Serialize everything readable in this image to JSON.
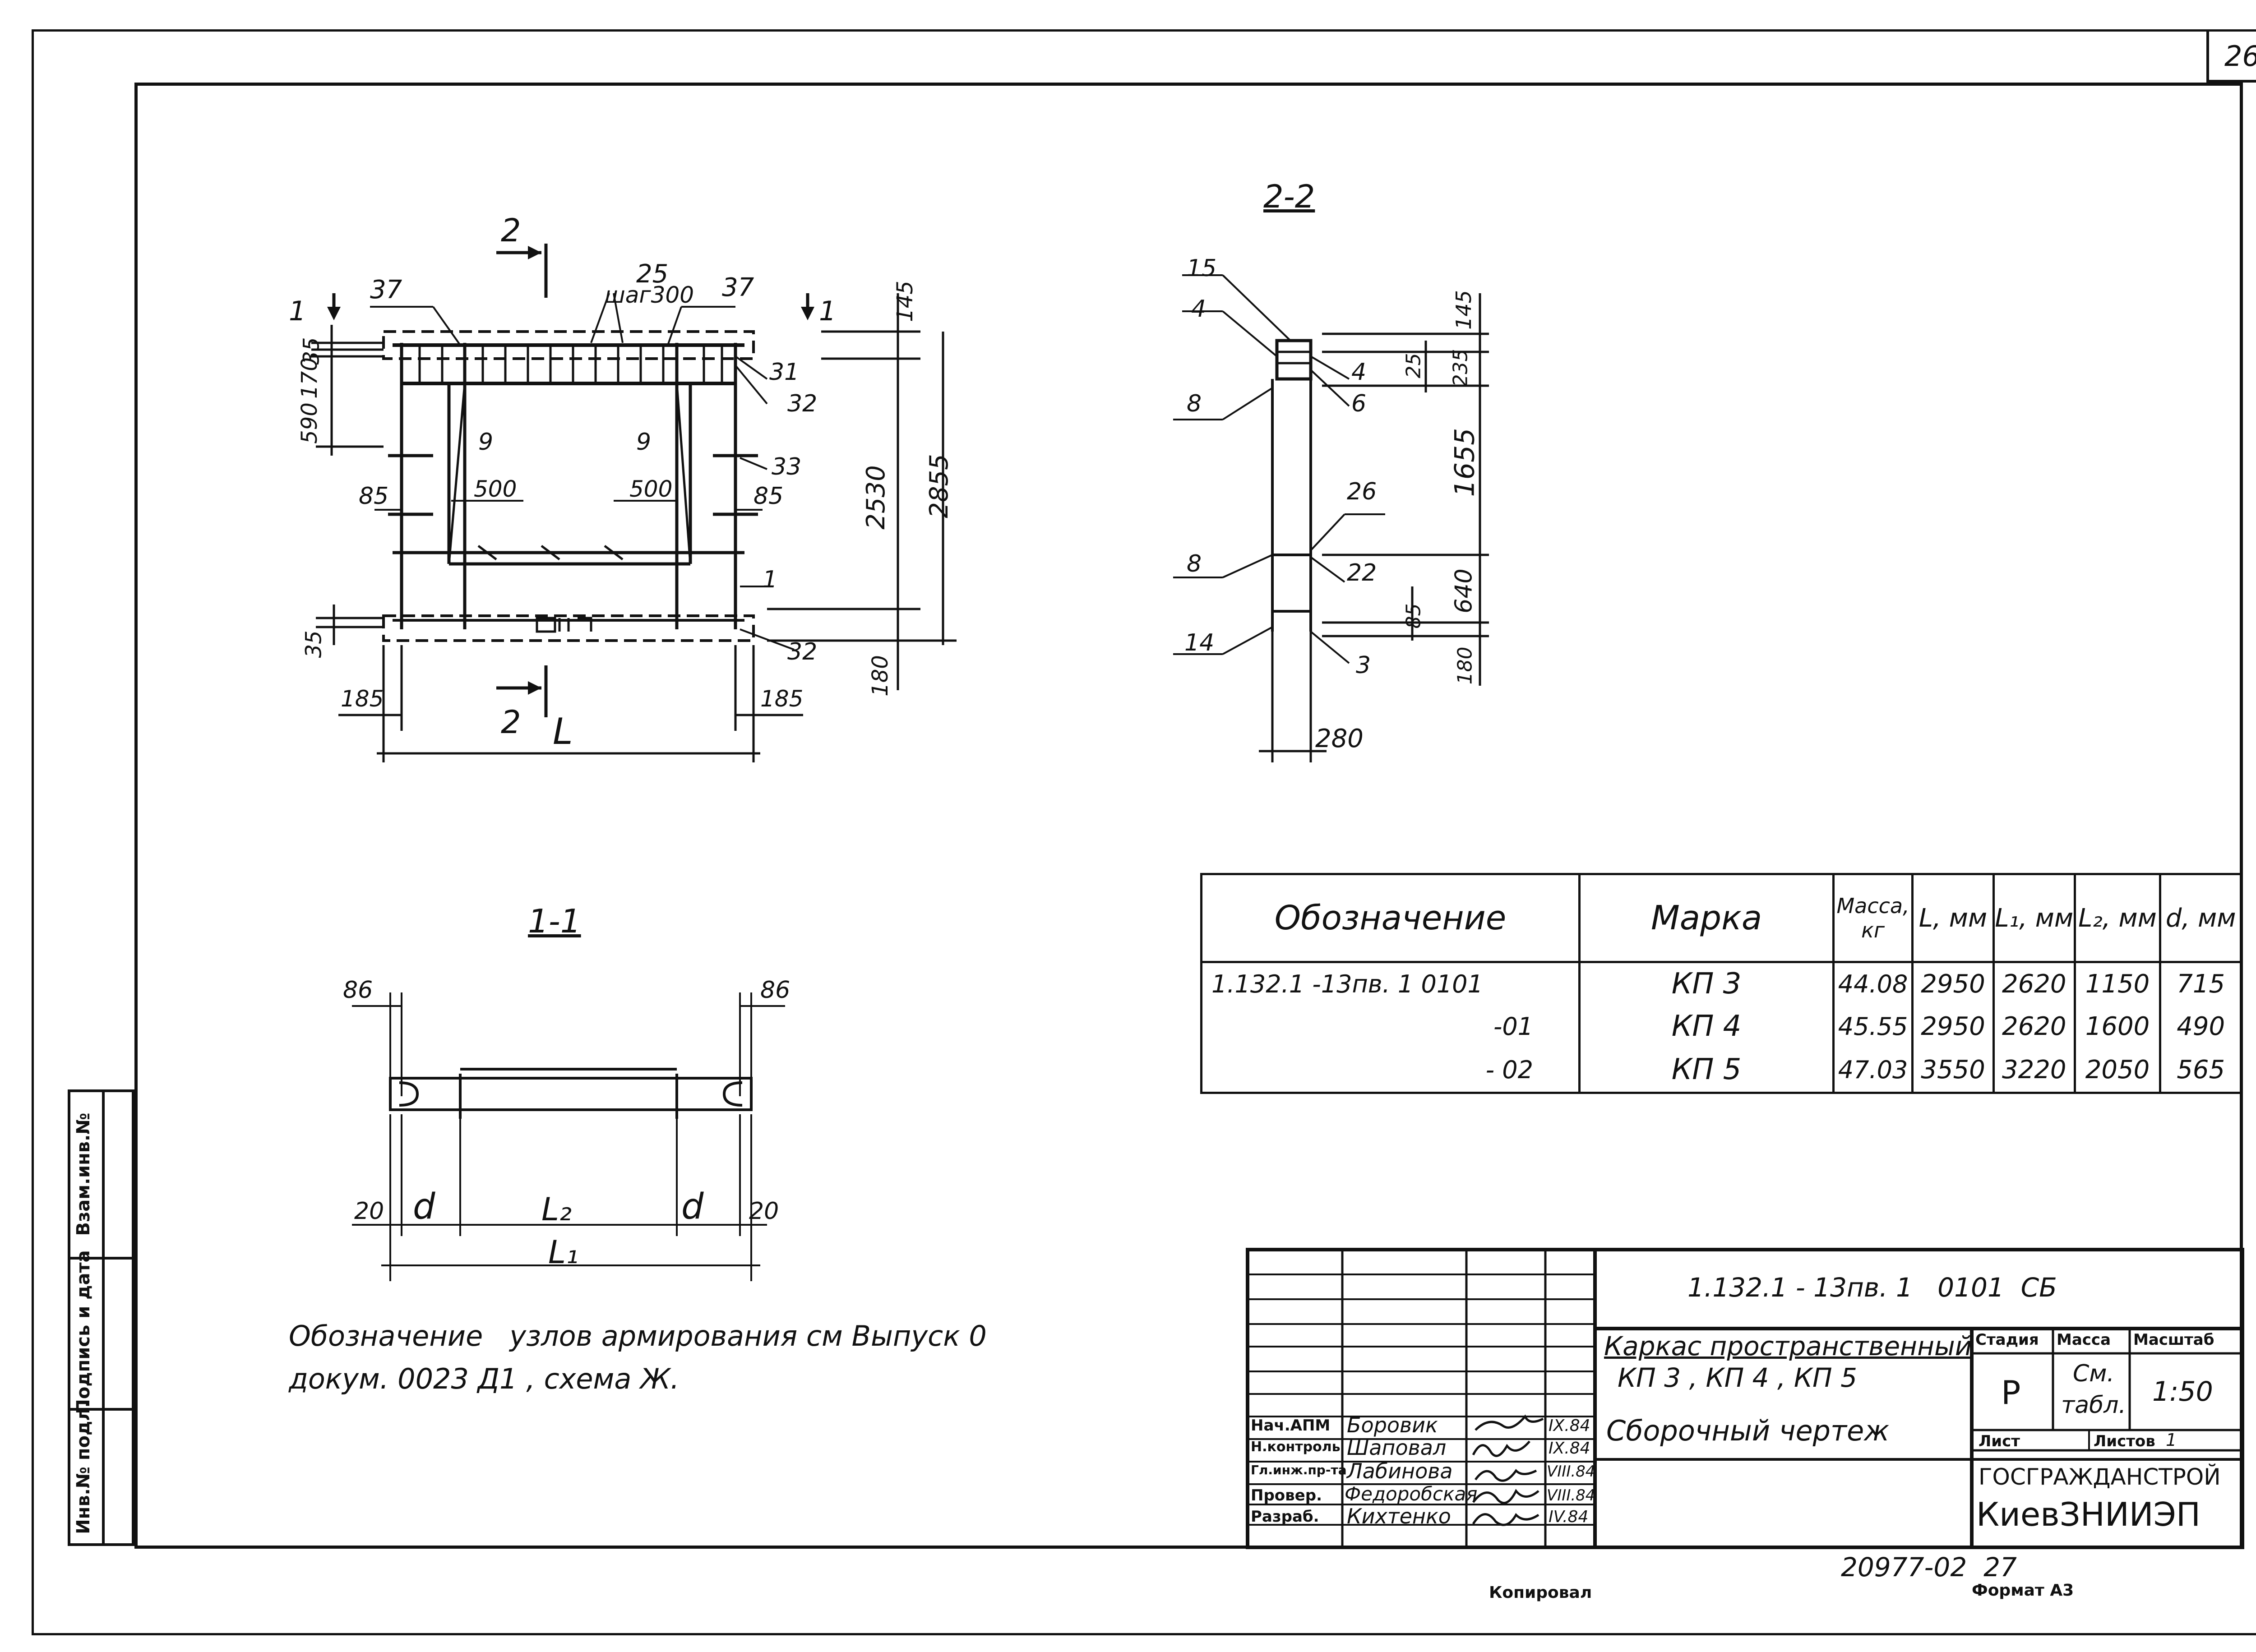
{
  "sheet_number": "26",
  "side_stamps": [
    "Инв.№ подл.",
    "Подпись и дата",
    "Взам.инв.№"
  ],
  "views": {
    "front": {
      "section_marks": [
        "1",
        "1",
        "2",
        "2"
      ],
      "callouts": [
        "37",
        "25",
        "шаг300",
        "37",
        "31",
        "32",
        "9",
        "9",
        "33",
        "85",
        "85",
        "500",
        "500",
        "1",
        "32",
        "35"
      ],
      "dims": [
        "145",
        "590",
        "170",
        "35",
        "2530",
        "2855",
        "180",
        "185",
        "185",
        "L"
      ]
    },
    "section_2_2": {
      "title": "2-2",
      "callouts": [
        "15",
        "4",
        "4",
        "8",
        "6",
        "26",
        "8",
        "22",
        "14",
        "3"
      ],
      "dims": [
        "145",
        "25",
        "235",
        "1655",
        "640",
        "85",
        "180",
        "280"
      ]
    },
    "section_1_1": {
      "title": "1-1",
      "dims": [
        "86",
        "86",
        "20",
        "d",
        "L₂",
        "d",
        "20",
        "L₁"
      ]
    }
  },
  "note": {
    "line1": "Обозначение   узлов армирования см Выпуск 0",
    "line2": "докум. 0023 Д1 , схема Ж."
  },
  "spec_table": {
    "headers": [
      "Обозначение",
      "Марка",
      "Масса, кг",
      "L, мм",
      "L₁, мм",
      "L₂, мм",
      "d, мм"
    ],
    "rows": [
      [
        "1.132.1 -13пв. 1  0101",
        "КП 3",
        "44.08",
        "2950",
        "2620",
        "1150",
        "715"
      ],
      [
        "-01",
        "КП 4",
        "45.55",
        "2950",
        "2620",
        "1600",
        "490"
      ],
      [
        "- 02",
        "КП 5",
        "47.03",
        "3550",
        "3220",
        "2050",
        "565"
      ]
    ]
  },
  "title_block": {
    "doc_code": "1.132.1 - 13пв. 1   0101  СБ",
    "name_line1": "Каркас пространственный",
    "name_line2": "КП 3 , КП 4 , КП 5",
    "drawing_type": "Сборочный чертеж",
    "col_headers": [
      "Стадия",
      "Масса",
      "Масштаб"
    ],
    "stage": "Р",
    "mass": "См. табл.",
    "scale": "1:50",
    "sheet_label": "Лист",
    "sheets_label": "Листов",
    "sheets_value": "1",
    "org_line1": "ГОСГРАЖДАНСТРОЙ",
    "org_line2": "КиевЗНИИЭП",
    "staff": [
      {
        "role": "Нач.АПМ",
        "name": "Боровик",
        "date": "IX.84"
      },
      {
        "role": "Н.контроль",
        "name": "Шаповал",
        "date": "IX.84"
      },
      {
        "role": "Гл.инж.пр-та",
        "name": "Лабинова",
        "date": "VIII.84"
      },
      {
        "role": "Провер.",
        "name": "Федоробская",
        "date": "VIII.84"
      },
      {
        "role": "Разраб.",
        "name": "Кихтенко",
        "date": "IV.84"
      }
    ]
  },
  "bottom": {
    "archive_no": "20977-02  27",
    "copied": "Копировал",
    "format": "Формат А3"
  }
}
